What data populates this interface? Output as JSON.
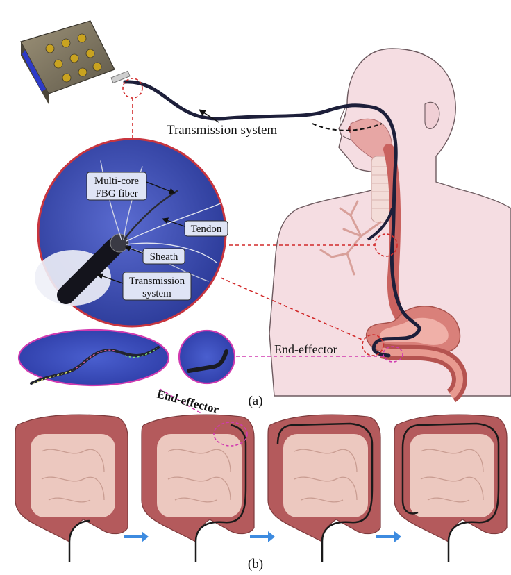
{
  "panel_a": {
    "label": "(a)",
    "labels": {
      "transmission_system": "Transmission system",
      "multicore_line1": "Multi-core",
      "multicore_line2": "FBG fiber",
      "tendon": "Tendon",
      "sheath": "Sheath",
      "transmission_line1": "Transmission",
      "transmission_line2": "system",
      "end_effector": "End-effector"
    }
  },
  "panel_b": {
    "label": "(b)",
    "end_effector_label": "End-effector",
    "stage_count": 4
  },
  "colors": {
    "skin": "#f2d3d8",
    "outline": "#6d5a5f",
    "tube": "#1d1f3a",
    "dashed_red": "#d22a2a",
    "dashed_magenta": "#d13ab0",
    "photo_bg": "#3a4bb0",
    "photo_border": "#c8353f",
    "colon": "#b45a5c",
    "intestine": "#ecc8bf",
    "arrow_blue": "#3d8be0"
  }
}
